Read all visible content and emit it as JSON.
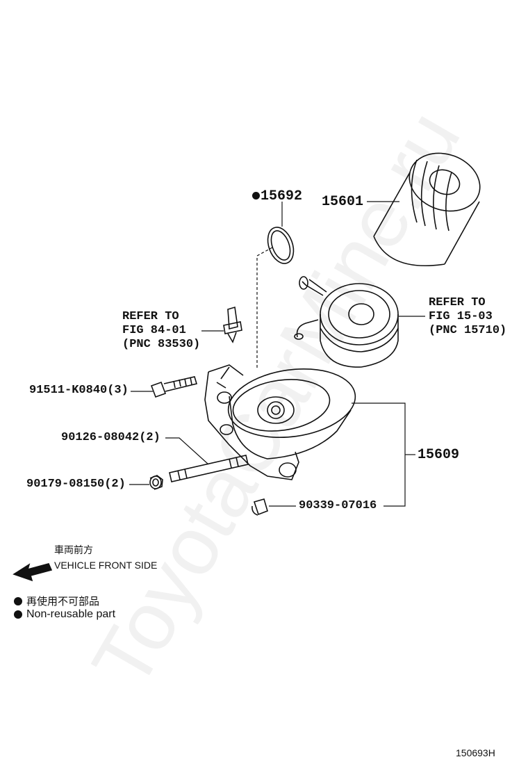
{
  "watermark": "ToyotaCarMine.ru",
  "parts": {
    "p15692": "15692",
    "p15601": "15601",
    "p15609": "15609",
    "p91511": "91511-K0840(3)",
    "p90126": "90126-08042(2)",
    "p90179": "90179-08150(2)",
    "p90339": "90339-07016"
  },
  "references": {
    "ref_left": "REFER TO\nFIG 84-01\n(PNC 83530)",
    "ref_right": "REFER TO\nFIG 15-03\n(PNC 15710)"
  },
  "direction": {
    "jp": "車両前方",
    "en": "VEHICLE FRONT SIDE"
  },
  "legend": {
    "jp": "再使用不可部品",
    "en": "Non-reusable part"
  },
  "figure_code": "150693H"
}
